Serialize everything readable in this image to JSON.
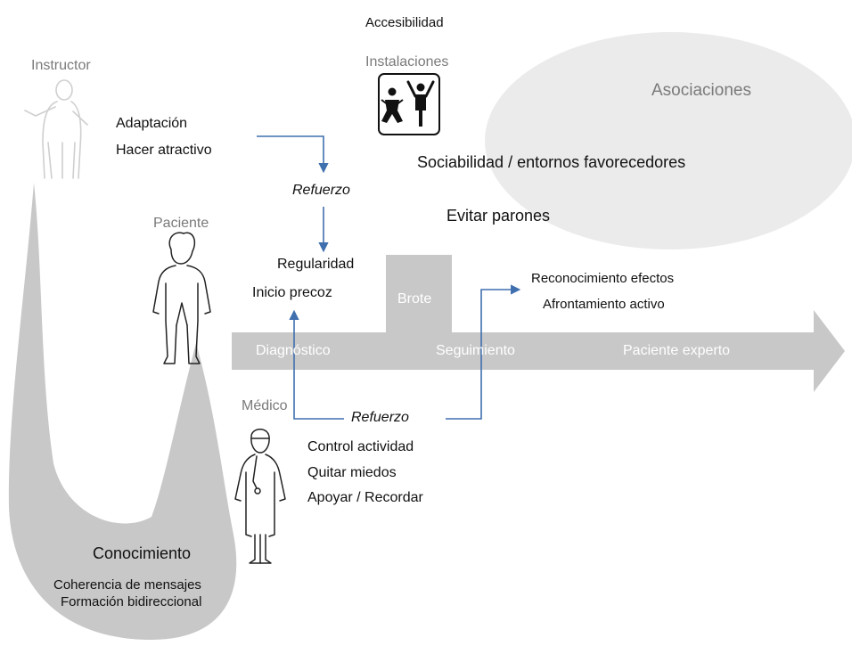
{
  "roles": {
    "instructor": "Instructor",
    "paciente": "Paciente",
    "medico": "Médico"
  },
  "top": {
    "accesibilidad": "Accesibilidad",
    "instalaciones": "Instalaciones"
  },
  "asociaciones": {
    "title": "Asociaciones",
    "sociabilidad": "Sociabilidad / entornos favorecedores",
    "evitar": "Evitar parones"
  },
  "instructor_actions": [
    "Adaptación",
    "Hacer atractivo"
  ],
  "refuerzo_top": "Refuerzo",
  "paciente_actions": [
    "Regularidad",
    "Inicio precoz"
  ],
  "brote": "Brote",
  "timeline": {
    "diagnostico": "Diagnóstico",
    "seguimiento": "Seguimiento",
    "paciente_experto": "Paciente experto"
  },
  "after_brote": [
    "Reconocimiento efectos",
    "Afrontamiento activo"
  ],
  "refuerzo_bottom": "Refuerzo",
  "medico_actions": [
    "Control actividad",
    "Quitar miedos",
    "Apoyar / Recordar"
  ],
  "conocimiento": {
    "title": "Conocimiento",
    "lines": [
      "Coherencia de mensajes",
      "Formación bidireccional"
    ]
  },
  "colors": {
    "grey_fill": "#c8c8c8",
    "ellipse_fill": "#ebebeb",
    "arrow_blue": "#3f6fae"
  },
  "icons": [
    "instructor-figure-icon",
    "patient-figure-icon",
    "doctor-figure-icon",
    "facilities-icon"
  ]
}
